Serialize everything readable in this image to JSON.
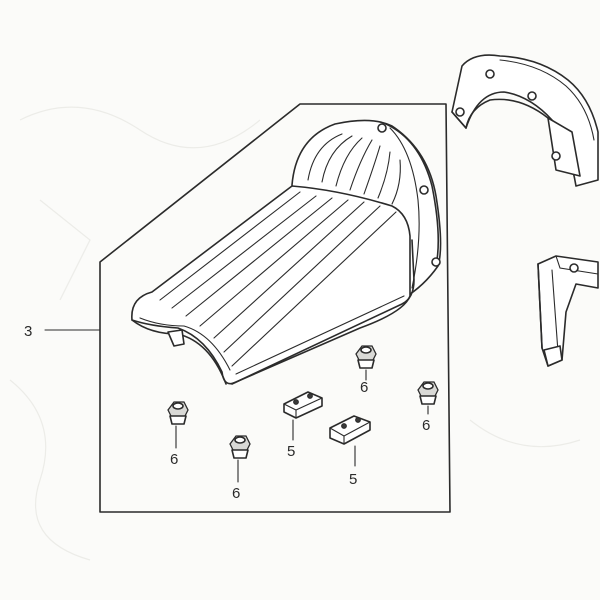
{
  "callouts": {
    "seat_assembly": "3",
    "bracket_left": "5",
    "bracket_right": "5",
    "nut_a": "6",
    "nut_b": "6",
    "nut_c": "6",
    "nut_d": "6"
  },
  "colors": {
    "ink": "#2b2b2b",
    "paper": "#fbfbf9"
  }
}
